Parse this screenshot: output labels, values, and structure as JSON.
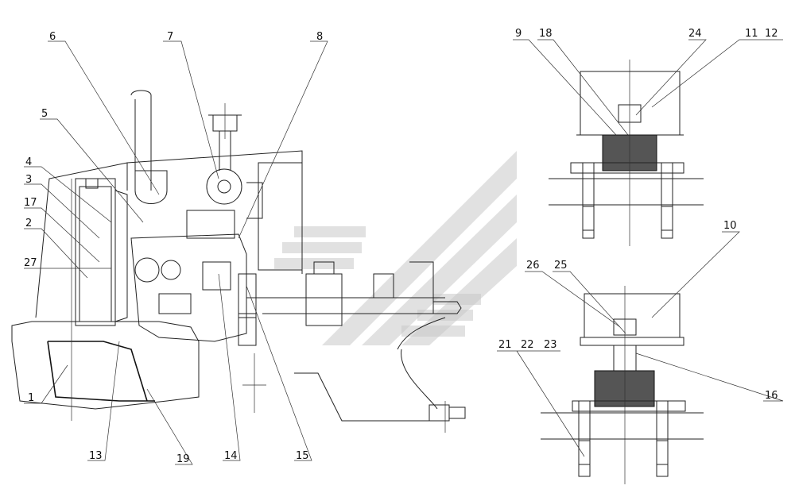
{
  "labels": {
    "l1": "1",
    "l2": "2",
    "l3": "3",
    "l4": "4",
    "l5": "5",
    "l6": "6",
    "l7": "7",
    "l8": "8",
    "l9": "9",
    "l10": "10",
    "l11": "11",
    "l12": "12",
    "l13": "13",
    "l14": "14",
    "l15": "15",
    "l16": "16",
    "l17": "17",
    "l18": "18",
    "l19": "19",
    "l21": "21",
    "l22": "22",
    "l23": "23",
    "l24": "24",
    "l25": "25",
    "l26": "26",
    "l27": "27"
  }
}
